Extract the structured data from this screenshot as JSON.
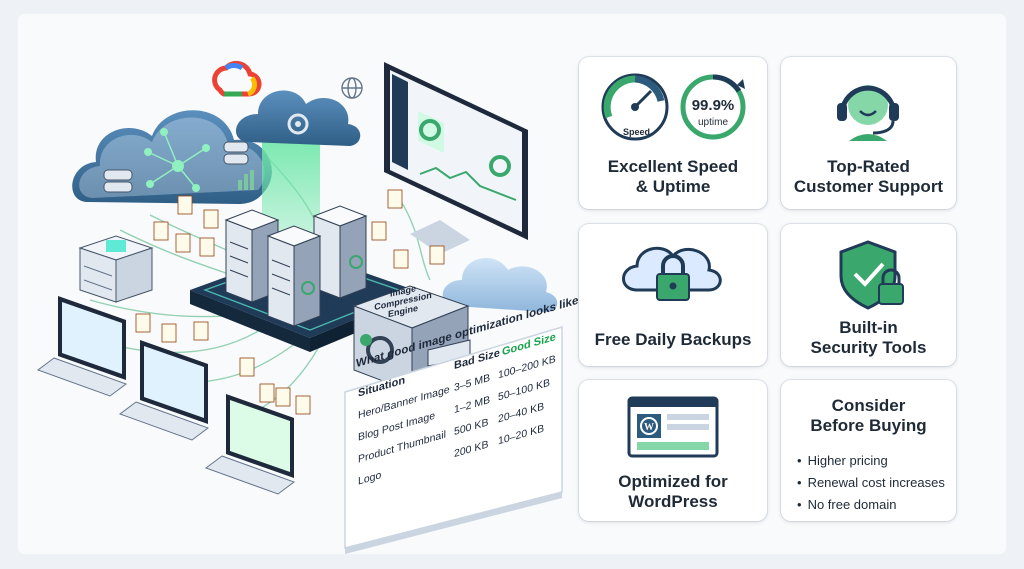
{
  "illustration": {
    "engine_label": [
      "Image",
      "Compression",
      "Engine"
    ],
    "table": {
      "title": "What good image optimization looks like:",
      "headers": {
        "situation": "Situation",
        "bad": "Bad Size",
        "good": "Good Size"
      },
      "rows": [
        {
          "situation": "Hero/Banner Image",
          "bad": "3–5 MB",
          "good": "100–200 KB"
        },
        {
          "situation": "Blog Post Image",
          "bad": "1–2 MB",
          "good": "50–100 KB"
        },
        {
          "situation": "Product Thumbnail",
          "bad": "500 KB",
          "good": "20–40 KB"
        },
        {
          "situation": "Logo",
          "bad": "200 KB",
          "good": "10–20 KB"
        }
      ]
    },
    "colors": {
      "cloud": "#4d7ea8",
      "accent": "#3aa76d",
      "server": "#e2e8f0"
    }
  },
  "cards": {
    "speed": {
      "gauge_label": "Speed",
      "uptime_value": "99.9%",
      "uptime_label": "uptime",
      "title_line1": "Excellent Speed",
      "title_line2": "& Uptime",
      "icons": [
        "speedometer-icon",
        "uptime-circle-icon"
      ]
    },
    "support": {
      "title_line1": "Top-Rated",
      "title_line2": "Customer Support",
      "icon": "headset-agent-icon"
    },
    "backups": {
      "title_line1": "Free Daily Backups",
      "icon": "cloud-lock-icon"
    },
    "security": {
      "title_line1": "Built-in",
      "title_line2": "Security Tools",
      "icon": "shield-check-icon"
    },
    "wordpress": {
      "title_line1": "Optimized for",
      "title_line2": "WordPress",
      "icon": "wordpress-browser-icon"
    },
    "consider": {
      "title_line1": "Consider",
      "title_line2": "Before Buying",
      "items": [
        "Higher pricing",
        "Renewal cost increases",
        "No free domain"
      ]
    }
  },
  "theme": {
    "green": "#3aa76d",
    "navy": "#2d5b7d",
    "text": "#1f2a37"
  }
}
